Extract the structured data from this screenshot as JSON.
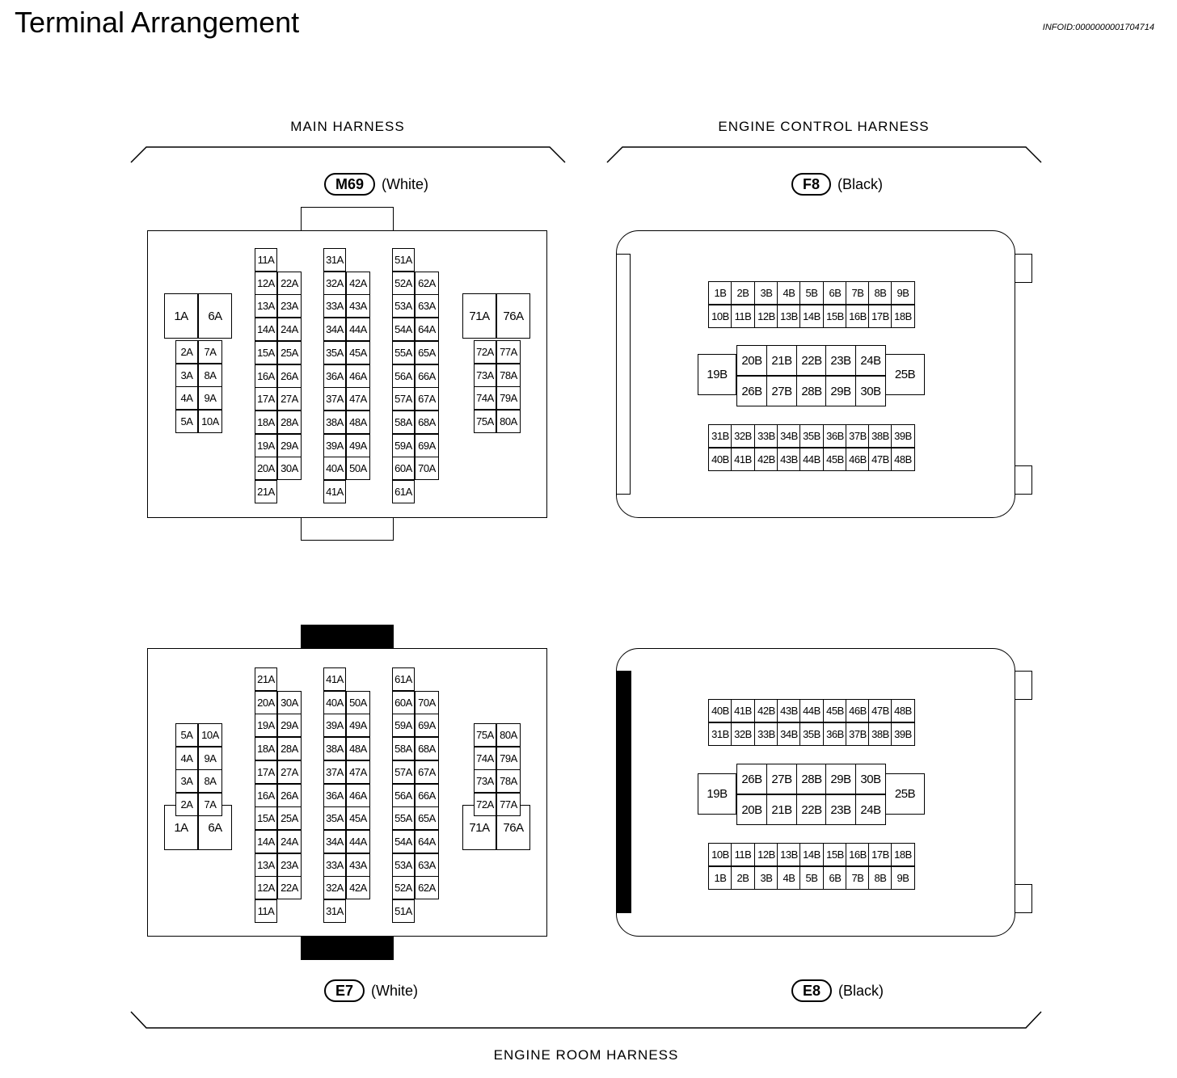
{
  "header": {
    "title": "Terminal Arrangement",
    "infoid": "INFOID:0000000001704714"
  },
  "harness_labels": {
    "main": "MAIN HARNESS",
    "engine_control": "ENGINE CONTROL HARNESS",
    "engine_room": "ENGINE ROOM HARNESS"
  },
  "connectors": {
    "m69": {
      "id": "M69",
      "color": "(White)"
    },
    "f8": {
      "id": "F8",
      "color": "(Black)"
    },
    "e7": {
      "id": "E7",
      "color": "(White)"
    },
    "e8": {
      "id": "E8",
      "color": "(Black)"
    }
  },
  "terminals": {
    "a": [
      "1A",
      "2A",
      "3A",
      "4A",
      "5A",
      "6A",
      "7A",
      "8A",
      "9A",
      "10A",
      "11A",
      "12A",
      "13A",
      "14A",
      "15A",
      "16A",
      "17A",
      "18A",
      "19A",
      "20A",
      "21A",
      "22A",
      "23A",
      "24A",
      "25A",
      "26A",
      "27A",
      "28A",
      "29A",
      "30A",
      "31A",
      "32A",
      "33A",
      "34A",
      "35A",
      "36A",
      "37A",
      "38A",
      "39A",
      "40A",
      "41A",
      "42A",
      "43A",
      "44A",
      "45A",
      "46A",
      "47A",
      "48A",
      "49A",
      "50A",
      "51A",
      "52A",
      "53A",
      "54A",
      "55A",
      "56A",
      "57A",
      "58A",
      "59A",
      "60A",
      "61A",
      "62A",
      "63A",
      "64A",
      "65A",
      "66A",
      "67A",
      "68A",
      "69A",
      "70A",
      "71A",
      "72A",
      "73A",
      "74A",
      "75A",
      "76A",
      "77A",
      "78A",
      "79A",
      "80A"
    ],
    "b": [
      "1B",
      "2B",
      "3B",
      "4B",
      "5B",
      "6B",
      "7B",
      "8B",
      "9B",
      "10B",
      "11B",
      "12B",
      "13B",
      "14B",
      "15B",
      "16B",
      "17B",
      "18B",
      "19B",
      "20B",
      "21B",
      "22B",
      "23B",
      "24B",
      "25B",
      "26B",
      "27B",
      "28B",
      "29B",
      "30B",
      "31B",
      "32B",
      "33B",
      "34B",
      "35B",
      "36B",
      "37B",
      "38B",
      "39B",
      "40B",
      "41B",
      "42B",
      "43B",
      "44B",
      "45B",
      "46B",
      "47B",
      "48B"
    ]
  }
}
